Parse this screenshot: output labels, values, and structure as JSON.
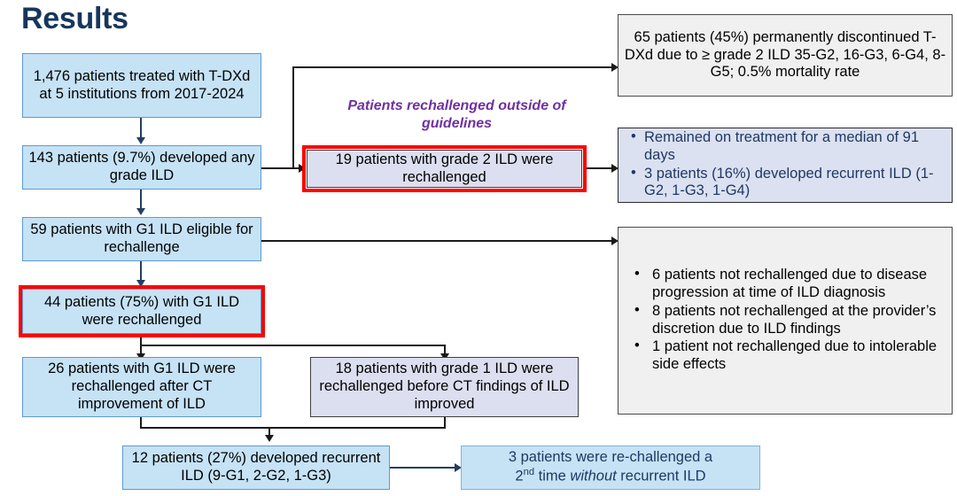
{
  "page": {
    "title": "Results",
    "title_color": "#16365c"
  },
  "caption": {
    "text": "Patients rechallenged outside of guidelines",
    "color": "#7030a0"
  },
  "colors": {
    "blue_fill": "#c6e2f5",
    "blue_border": "#5b9bd5",
    "lavender_fill": "#dcdff0",
    "gray_fill": "#f0f0f0",
    "highlight_ring": "#ff0000",
    "navy_text": "#1f3864",
    "connector": "#233f61"
  },
  "nodes": {
    "cohort": {
      "text": "1,476 patients treated with T-DXd at 5 institutions from 2017-2024",
      "style": "blue"
    },
    "any_grade_ild": {
      "text": "143 patients (9.7%) developed any grade ILD",
      "style": "blue"
    },
    "eligible_g1": {
      "text": "59 patients with G1 ILD eligible for rechallenge",
      "style": "blue"
    },
    "rechallenged_g1": {
      "text": "44 patients (75%) with G1 ILD were rechallenged",
      "style": "blue",
      "highlighted": true
    },
    "rechallenged_after_ct": {
      "text": "26 patients with G1 ILD were rechallenged after CT improvement of ILD",
      "style": "blue"
    },
    "rechallenged_before_ct": {
      "text": "18 patients with grade 1 ILD were rechallenged before CT findings of ILD improved",
      "style": "lavender"
    },
    "recurrent_ild": {
      "text": "12 patients (27%) developed recurrent ILD (9-G1, 2-G2, 1-G3)",
      "style": "blue"
    },
    "second_rechallenge": {
      "text_part1": "3 patients were re-challenged a",
      "text_part2_prefix": "2",
      "text_part2_sup": "nd",
      "text_part2_mid": " time ",
      "text_part2_italic": "without",
      "text_part2_suffix": " recurrent ILD",
      "style": "blue-navy"
    },
    "grade2_rechallenged": {
      "text": "19 patients with grade 2 ILD were rechallenged",
      "style": "lavender",
      "highlighted": true
    },
    "discontinued": {
      "text": "65 patients (45%) permanently discontinued T-DXd due to ≥ grade 2 ILD 35-G2, 16-G3, 6-G4, 8-G5; 0.5% mortality rate",
      "style": "gray"
    },
    "grade2_outcomes": {
      "style": "lavender-navy",
      "bullets": [
        "Remained on treatment for a median of 91 days",
        "3 patients (16%) developed recurrent ILD (1-G2, 1-G3, 1-G4)"
      ]
    },
    "not_rechallenged": {
      "style": "gray",
      "bullets": [
        "6 patients not rechallenged due to disease progression at time of ILD diagnosis",
        "8 patients not rechallenged at the provider’s discretion due to ILD findings",
        "1 patient not rechallenged due to intolerable side effects"
      ]
    }
  }
}
